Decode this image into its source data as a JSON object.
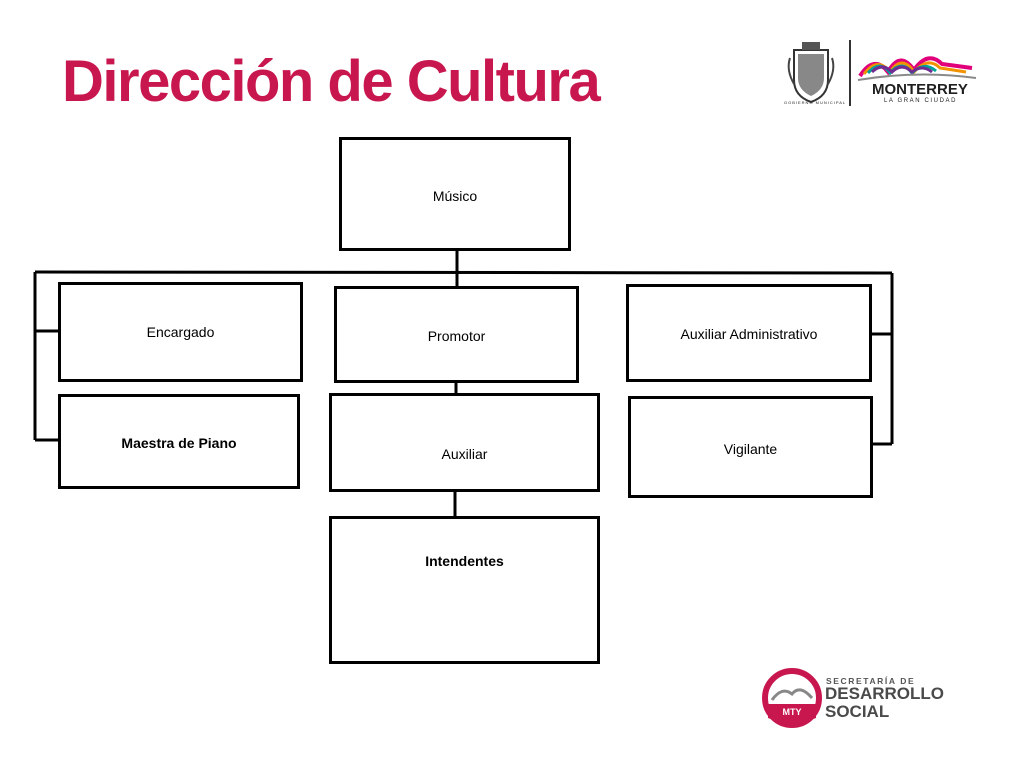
{
  "slide": {
    "title": "Dirección de Cultura"
  },
  "org_chart": {
    "top": "Músico",
    "level2": [
      "Encargado",
      "Promotor",
      "Auxiliar Administrativo"
    ],
    "level3": [
      "Maestra de Piano",
      "Auxiliar",
      "Vigilante"
    ],
    "level4": [
      "Intendentes"
    ]
  },
  "logos": {
    "crest_caption": "GOBIERNO MUNICIPAL",
    "monterrey_name": "MONTERREY",
    "monterrey_tagline": "LA GRAN CIUDAD",
    "secretaria_small": "SECRETARÍA DE",
    "secretaria_line1": "DESARROLLO",
    "secretaria_line2": "SOCIAL",
    "mty_badge": "MTY"
  },
  "colors": {
    "title": "#c8174f",
    "badge_ring": "#c8174f"
  }
}
